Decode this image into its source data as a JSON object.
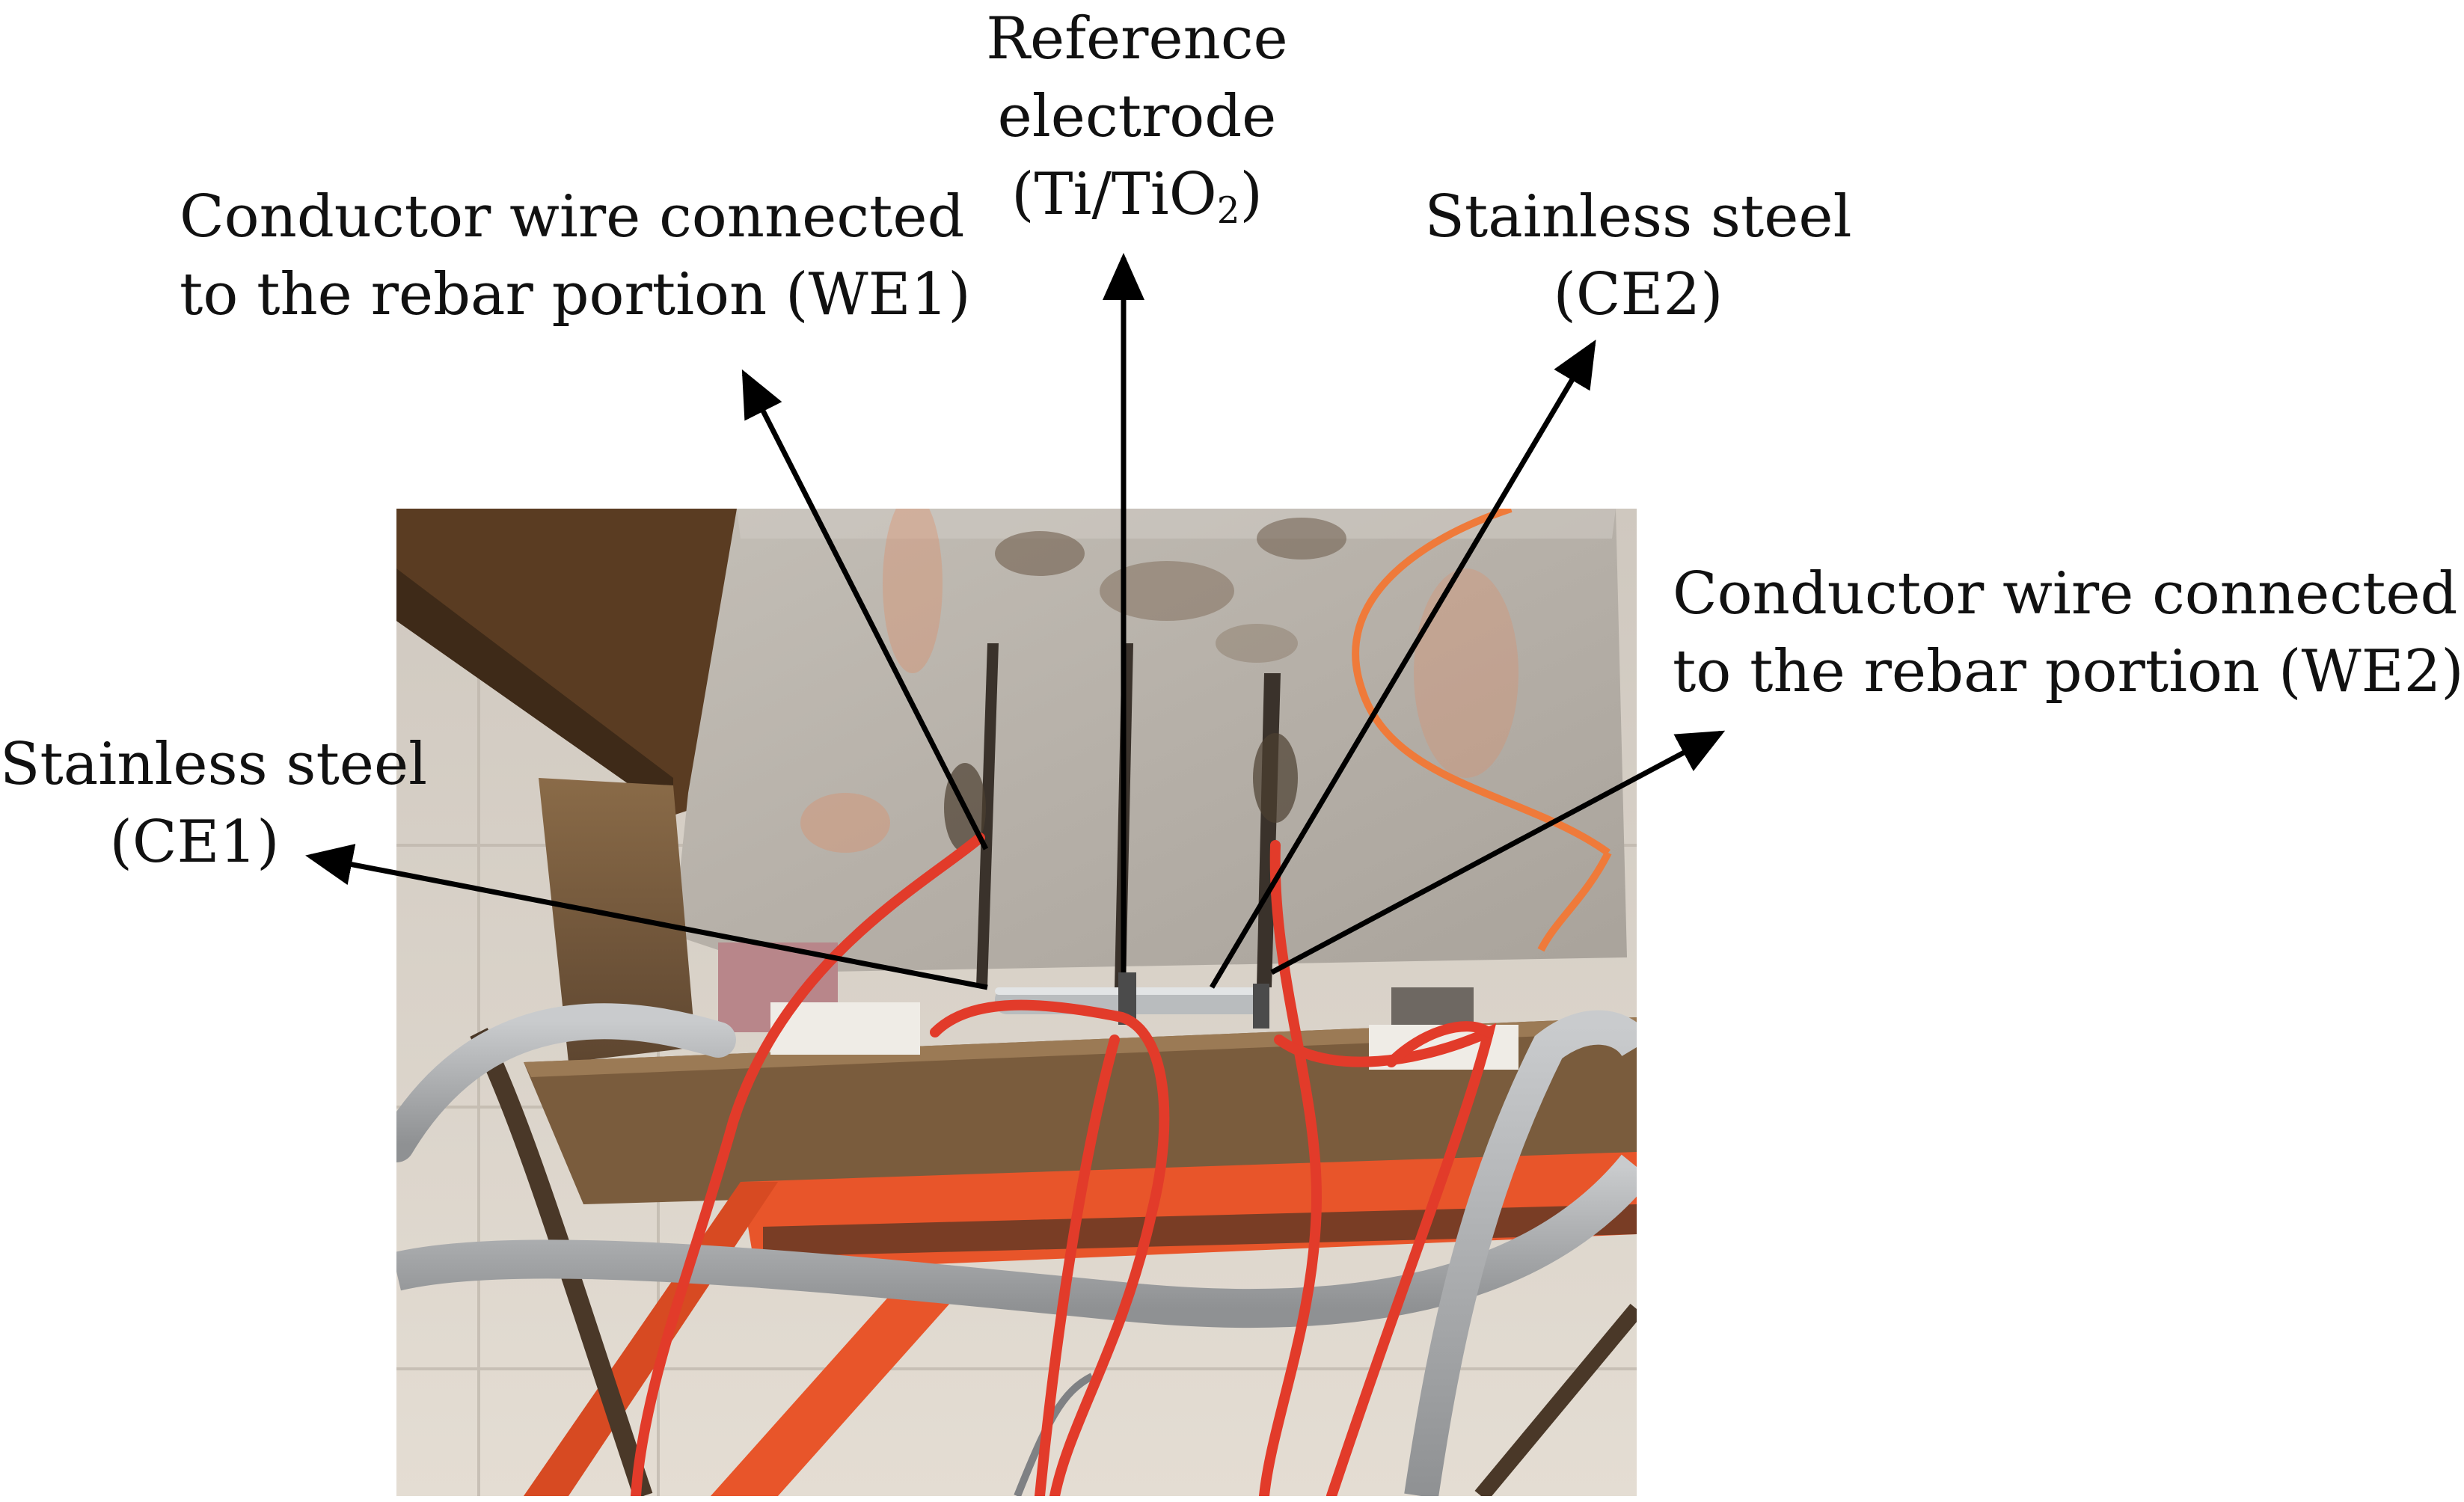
{
  "labels": {
    "reference": {
      "line1": "Reference",
      "line2": "electrode",
      "line3_prefix": "(Ti/TiO",
      "line3_sub": "2",
      "line3_suffix": ")"
    },
    "we1": {
      "line1": "Conductor wire connected",
      "line2": "to the rebar portion (WE1)"
    },
    "ce2": {
      "line1": "Stainless steel",
      "line2": "(CE2)"
    },
    "we2": {
      "line1": "Conductor wire connected",
      "line2": "to the rebar portion (WE2)"
    },
    "ce1": {
      "line1": "Stainless steel",
      "line2": "(CE1)"
    }
  },
  "colors": {
    "text": "#111111",
    "arrow": "#000000",
    "red_wire": "#e23b2a",
    "orange_frame": "#e8552a",
    "grey_cable": "#b7b9bb",
    "concrete": "#b9b4ad"
  }
}
